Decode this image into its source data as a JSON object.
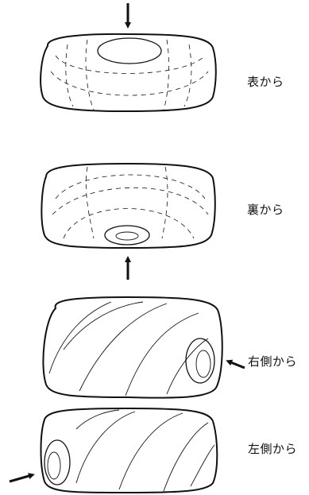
{
  "views": [
    {
      "id": "front",
      "label": "表から"
    },
    {
      "id": "back",
      "label": "裏から"
    },
    {
      "id": "right",
      "label": "右側から"
    },
    {
      "id": "left",
      "label": "左側から"
    }
  ],
  "colors": {
    "ink": "#111111",
    "paper": "#ffffff"
  }
}
